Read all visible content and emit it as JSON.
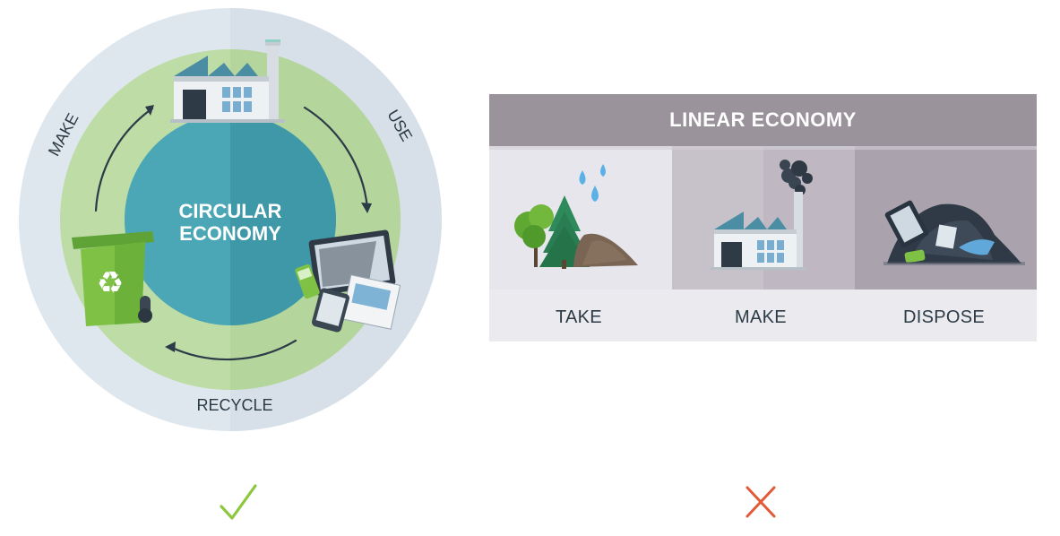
{
  "circular": {
    "title_line1": "CIRCULAR",
    "title_line2": "ECONOMY",
    "labels": {
      "make": "MAKE",
      "use": "USE",
      "recycle": "RECYCLE"
    }
  },
  "linear": {
    "title": "LINEAR ECONOMY",
    "steps": [
      "TAKE",
      "MAKE",
      "DISPOSE"
    ]
  },
  "verdicts": {
    "circular": "check-icon",
    "linear": "cross-icon"
  },
  "colors": {
    "outer_ring": "#dce6ee",
    "green_ring": "#b9d8a0",
    "center": "#4aa3b2",
    "linear_header": "#9b939c",
    "check": "#8dc63f",
    "cross": "#e15a3a",
    "bin": "#7ec145"
  }
}
